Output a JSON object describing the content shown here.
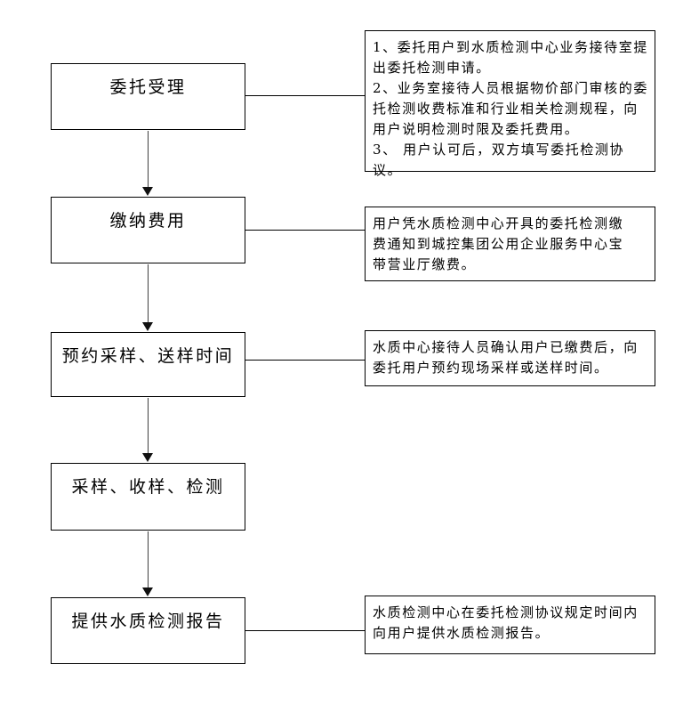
{
  "page": {
    "background_color": "#ffffff",
    "text_color": "#000000",
    "line_color": "#000000",
    "arrow_color": "#3f3f3f"
  },
  "flow": {
    "steps": [
      {
        "label": "委托受理"
      },
      {
        "label": "缴纳费用"
      },
      {
        "label": "预约采样、送样时间"
      },
      {
        "label": "采样、收样、检测"
      },
      {
        "label": "提供水质检测报告"
      }
    ],
    "annotations": [
      {
        "attached_to": "委托受理",
        "text": "1、委托用户到水质检测中心业务接待室提\n出委托检测申请。\n2、业务室接待人员根据物价部门审核的委\n托检测收费标准和行业相关检测规程，向\n用户说明检测时限及委托费用。\n3、 用户认可后，双方填写委托检测协议。"
      },
      {
        "attached_to": "缴纳费用",
        "text": "用户凭水质检测中心开具的委托检测缴\n费通知到城控集团公用企业服务中心宝\n带营业厅缴费。"
      },
      {
        "attached_to": "预约采样、送样时间",
        "text": "水质中心接待人员确认用户已缴费后，向\n委托用户预约现场采样或送样时间。"
      },
      {
        "attached_to": "提供水质检测报告",
        "text": "水质检测中心在委托检测协议规定时间内\n向用户提供水质检测报告。"
      }
    ]
  }
}
